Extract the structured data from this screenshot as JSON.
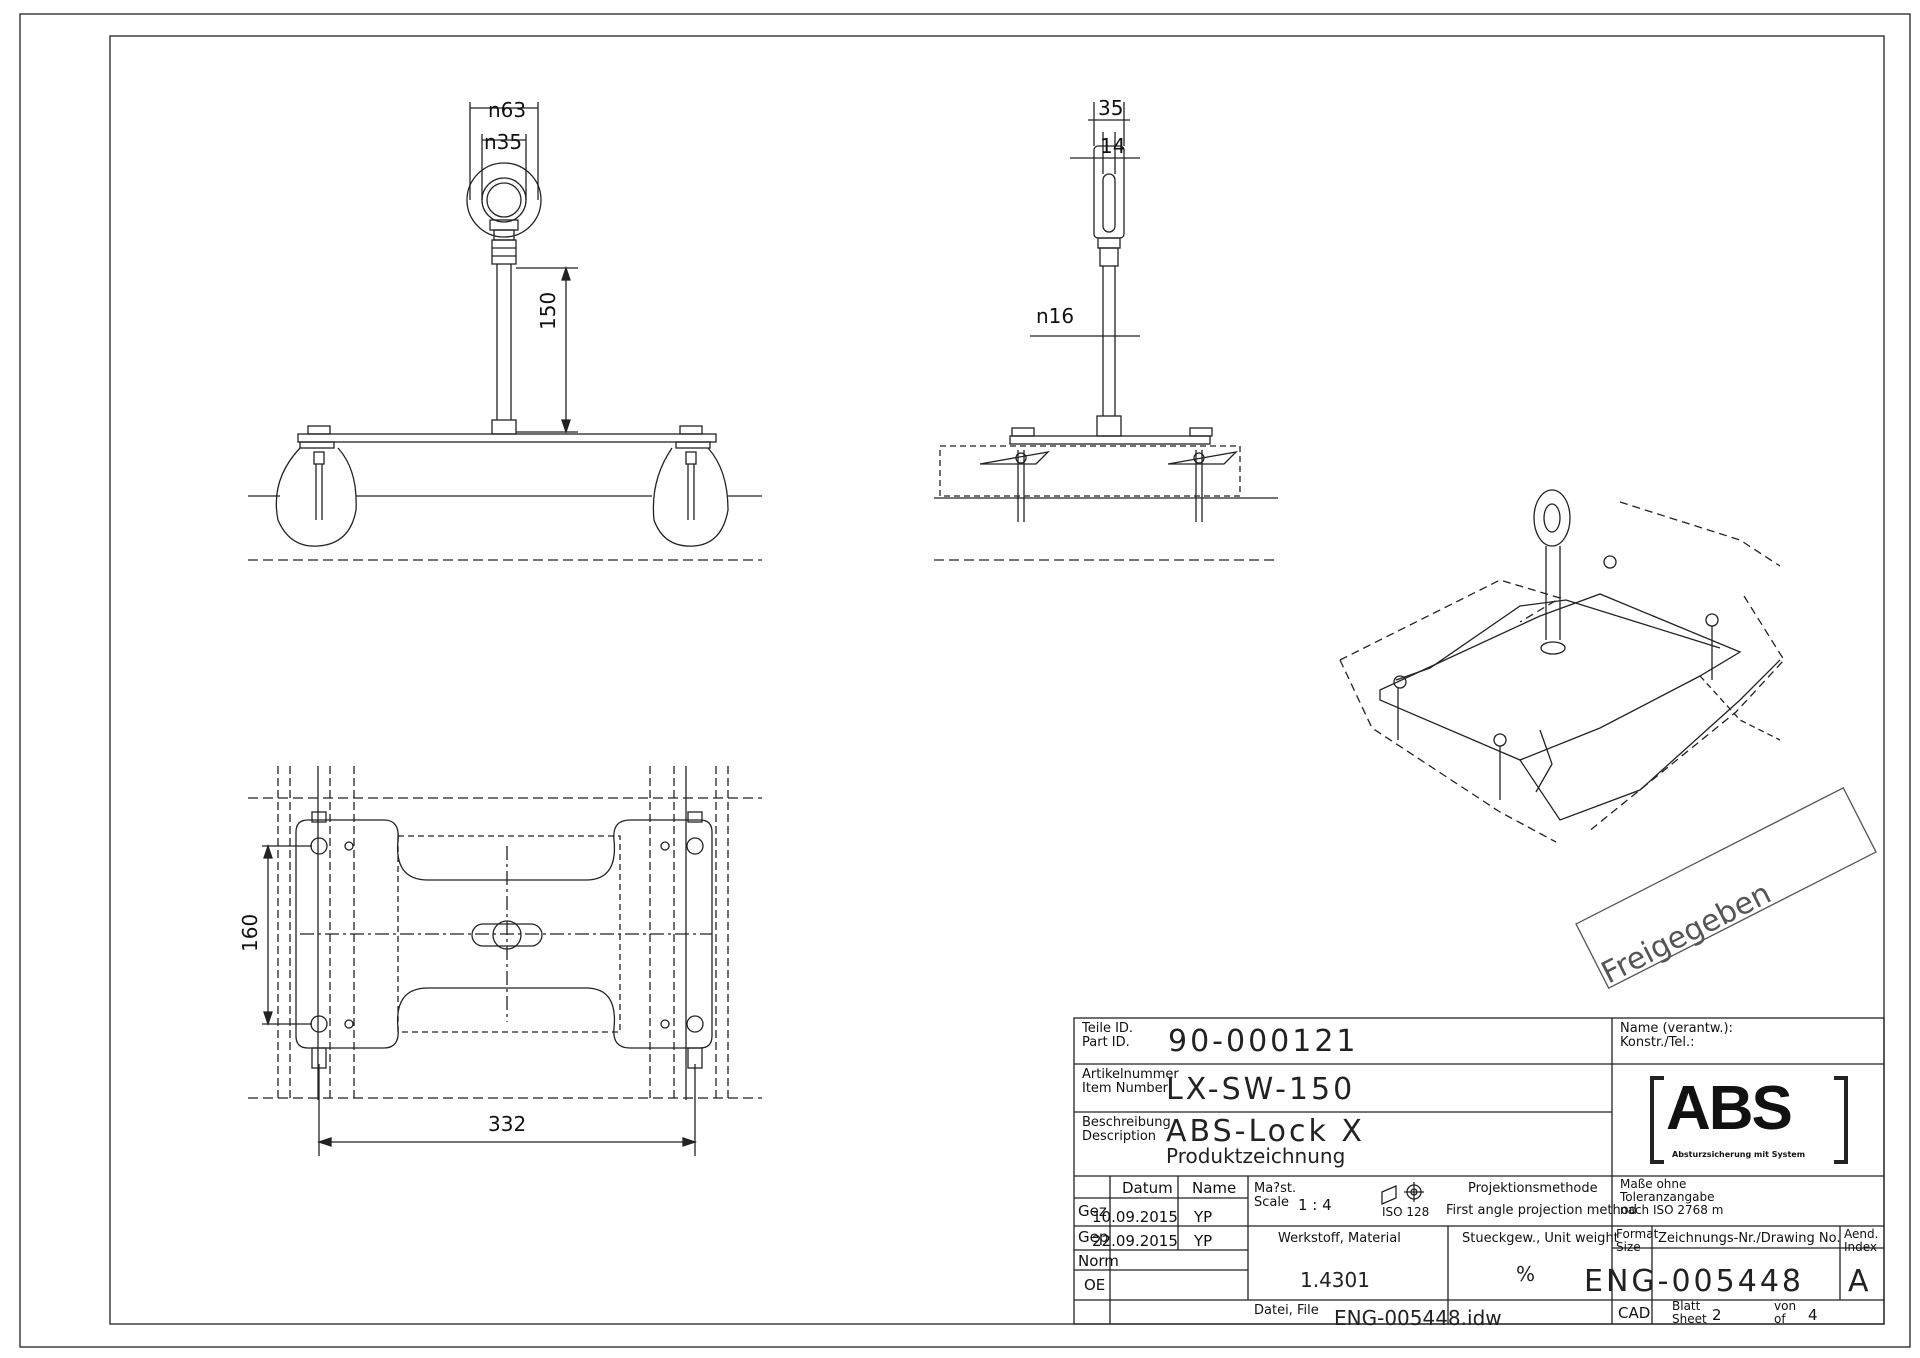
{
  "dimensions": {
    "front_outer_diameter": "n63",
    "front_inner_diameter": "n35",
    "front_height": "150",
    "side_width_top": "35",
    "side_width_inner": "14",
    "side_rod_diameter": "n16",
    "plan_hole_spacing_y": "160",
    "plan_width": "332"
  },
  "stamp": "Freigegeben",
  "title_block": {
    "part_id_label": "Teile ID.\nPart ID.",
    "part_id": "90-000121",
    "article_label": "Artikelnummer\nItem Number",
    "article": "LX-SW-150",
    "description_label": "Beschreibung\nDescription",
    "description_title": "ABS-Lock X",
    "description_sub": "Produktzeichnung",
    "name_label": "Name (verantw.):\nKonstr./Tel.:",
    "logo_text": "ABS",
    "logo_tagline": "Absturzsicherung mit System",
    "col_datum": "Datum",
    "col_name": "Name",
    "row_gez_label": "Gez",
    "row_gez_date": "10.09.2015",
    "row_gez_name": "YP",
    "row_gep_label": "Gep",
    "row_gep_date": "22.09.2015",
    "row_gep_name": "YP",
    "row_norm": "Norm",
    "row_oe": "OE",
    "scale_label": "Ma?st.\nScale",
    "scale_value": "1 : 4",
    "projection_label": "Projektionsmethode",
    "projection_iso": "ISO 128",
    "projection_method": "First angle projection method",
    "tolerance_text": "Maße ohne\nToleranzangabe\nnach ISO 2768 m",
    "material_label": "Werkstoff, Material",
    "material_value": "1.4301",
    "weight_label": "Stueckgew., Unit weight",
    "weight_value": "%",
    "format_label": "Format\nSize",
    "drawing_no_label": "Zeichnungs-Nr./Drawing No.",
    "revision_label": "Aend.\nIndex",
    "drawing_no": "ENG-005448",
    "revision": "A",
    "file_label": "Datei, File",
    "file_name": "ENG-005448.idw",
    "format_value": "CAD",
    "sheet_label": "Blatt\nSheet",
    "sheet_value": "2",
    "of_label": "von\nof",
    "of_value": "4"
  }
}
